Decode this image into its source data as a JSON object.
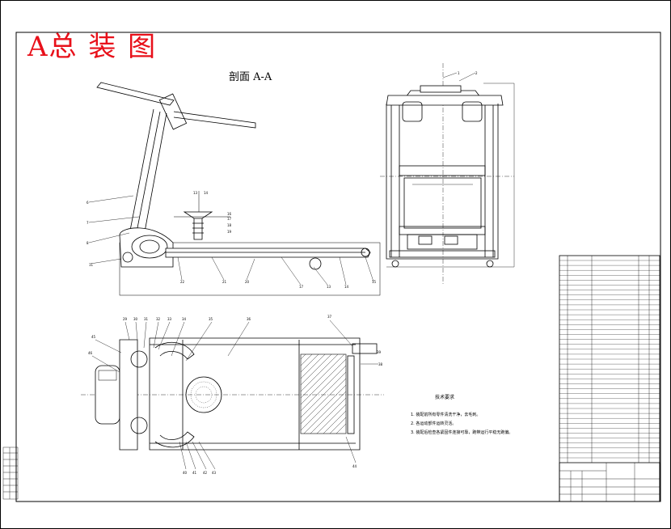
{
  "drawing": {
    "title": "A总 装 图",
    "section_label": "剖面 A-A"
  },
  "notes": {
    "heading": "技术要求",
    "lines": [
      "1. 装配前所有零件清洗干净，去毛刺。",
      "2. 各运动部件运转灵活。",
      "3. 装配后检查各紧固件连接可靠，跑带运行平稳无跑偏。"
    ]
  },
  "colors": {
    "title_red": "#e8101a",
    "line": "#000000",
    "guide": "#2a2a2a"
  },
  "icons": [
    "treadmill-side-view",
    "treadmill-front-view",
    "treadmill-top-view",
    "bill-of-materials-table",
    "title-block"
  ]
}
